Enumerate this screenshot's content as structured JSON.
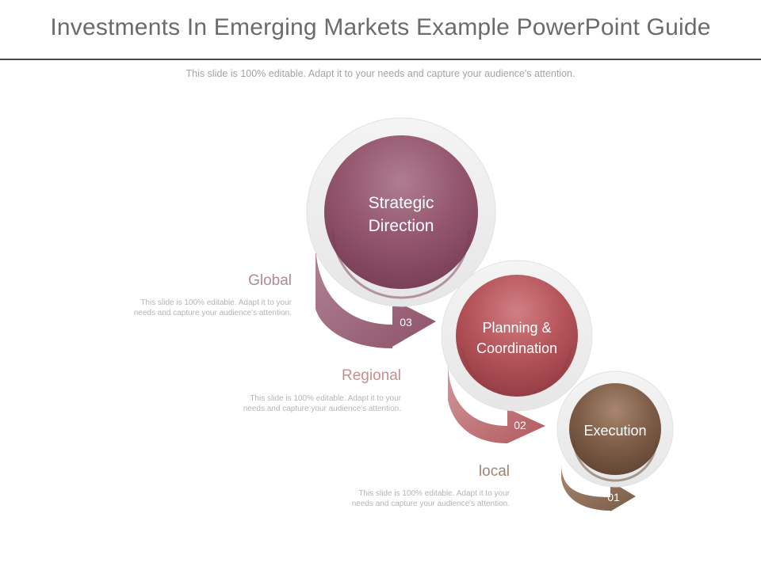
{
  "title": "Investments In Emerging Markets Example PowerPoint Guide",
  "subtitle": "This slide is 100% editable. Adapt it to your needs and capture your audience's attention.",
  "colors": {
    "strategic": "#8e4f66",
    "planning": "#b45257",
    "execution": "#7c5c45",
    "label_global": "#b08a98",
    "label_regional": "#c98d8d",
    "label_local": "#a0866f"
  },
  "circles": [
    {
      "label_line1": "Strategic",
      "label_line2": "Direction",
      "number": "03"
    },
    {
      "label_line1": "Planning &",
      "label_line2": "Coordination",
      "number": "02"
    },
    {
      "label_line1": "Execution",
      "label_line2": "",
      "number": "01"
    }
  ],
  "labels": [
    {
      "heading": "Global",
      "desc_line1": "This slide is 100% editable. Adapt it to your",
      "desc_line2": "needs and capture your audience's attention."
    },
    {
      "heading": "Regional",
      "desc_line1": "This slide is 100% editable. Adapt it to your",
      "desc_line2": "needs and capture your audience's attention."
    },
    {
      "heading": "local",
      "desc_line1": "This slide is 100% editable. Adapt it to your",
      "desc_line2": "needs and capture your audience's attention."
    }
  ]
}
